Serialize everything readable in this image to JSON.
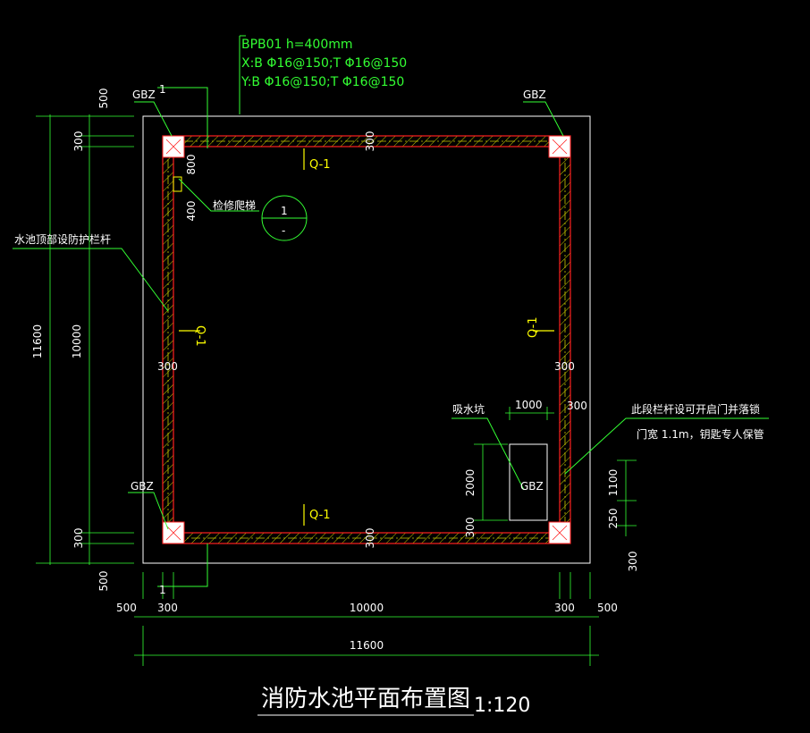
{
  "colors": {
    "background": "#000000",
    "outline": "#ffffff",
    "wall": "#ff2020",
    "hatch": "#c8c800",
    "leader": "#33ff33",
    "section": "#ffff00"
  },
  "slab": {
    "id": "BPB01  h=400mm",
    "x_reinf": "X:B  Φ16@150;T  Φ16@150",
    "y_reinf": "Y:B  Φ16@150;T  Φ16@150"
  },
  "labels": {
    "gbz": "GBZ",
    "section_q1": "Q-1",
    "ladder": "检修爬梯",
    "railing": "水池顶部设防护栏杆",
    "sump": "吸水坑",
    "gate_line1": "此段栏杆设可开启门并落锁",
    "gate_line2": "门宽 1.1m，钥匙专人保管",
    "detail_num": "1",
    "detail_sheet": "-",
    "marker_one": "1"
  },
  "dims": {
    "d500": "500",
    "d300": "300",
    "d800": "800",
    "d400": "400",
    "d10000": "10000",
    "d11600": "11600",
    "d1000": "1000",
    "d2000": "2000",
    "d1100": "1100",
    "d250": "250"
  },
  "title": {
    "text": "消防水池平面布置图",
    "scale": "1:120"
  }
}
